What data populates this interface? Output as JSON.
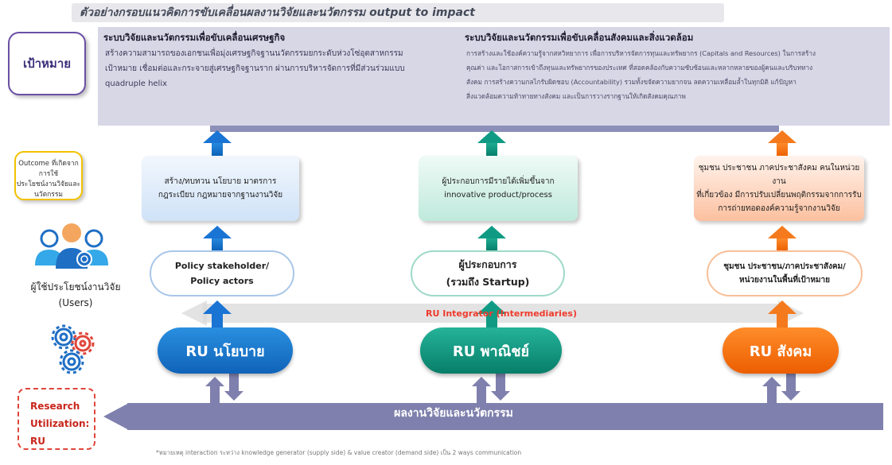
{
  "title": "ตัวอย่างกรอบแนวคิดการขับเคลื่อนผลงานวิจัยและนวัตกรรม output to impact",
  "goal": {
    "label": "เป้าหมาย",
    "economy": {
      "heading": "ระบบวิจัยและนวัตกรรมเพื่อขับเคลื่อนเศรษฐกิจ",
      "lines": [
        "สร้างความสามารถของเอกชนเพื่อมุ่งเศรษฐกิจฐานนวัตกรรมยกระดับห่วงโซ่อุตสาหกรรม",
        "เป้าหมาย เชื่อมต่อและกระจายสู่เศรษฐกิจฐานราก ผ่านการบริหารจัดการที่มีส่วนร่วมแบบ",
        "quadruple helix"
      ]
    },
    "society": {
      "heading": "ระบบวิจัยและนวัตกรรมเพื่อขับเคลื่อนสังคมและสิ่งแวดล้อม",
      "lines": [
        "การสร้างและใช้องค์ความรู้จากสหวิทยาการ เพื่อการบริหารจัดการทุนและทรัพยากร (Capitals and Resources) ในการสร้าง",
        "คุณค่า และโอกาสการเข้าถึงทุนและทรัพยากรของประเทศ ที่สอดคล้องกับความซับซ้อนและหลากหลายของผู้คนและบริบททาง",
        "สังคม การสร้างความกลไกรับผิดชอบ (Accountability) รวมทั้งขจัดความยากจน ลดความเหลื่อมล้ำในทุกมิติ แก้ปัญหา",
        "สิ่งแวดล้อมความท้าทายทางสังคม และเป็นการวางรากฐานให้เกิดสังคมคุณภาพ"
      ]
    }
  },
  "outcome_label": [
    "Outcome ที่เกิดจากการใช้",
    "ประโยชน์งานวิจัยและ",
    "นวัตกรรม"
  ],
  "users_label": "ผู้ใช้ประโยชน์งานวิจัย",
  "users_sub": "(Users)",
  "ru_label": [
    "Research",
    "Utilization: RU"
  ],
  "outcomes": {
    "policy": [
      "สร้าง/ทบทวน นโยบาย มาตรการ",
      "กฎระเบียบ กฎหมายจากฐานงานวิจัย"
    ],
    "business": [
      "ผู้ประกอบการมีรายได้เพิ่มขึ้นจาก",
      "innovative product/process"
    ],
    "social": [
      "ชุมชน ประชาชน ภาคประชาสังคม คนในหน่วยงาน",
      "ที่เกี่ยวข้อง มีการปรับเปลี่ยนพฤติกรรมจากการรับ",
      "การถ่ายทอดองค์ความรู้จากงานวิจัย"
    ]
  },
  "stakeholders": {
    "policy": [
      "Policy stakeholder/",
      "Policy actors"
    ],
    "business": [
      "ผู้ประกอบการ",
      "(รวมถึง Startup)"
    ],
    "social": [
      "ชุมชน ประชาชน/ภาคประชาสังคม/",
      "หน่วยงานในพื้นที่เป้าหมาย"
    ]
  },
  "integrator": "RU Integrator (Intermediaries)",
  "ru": {
    "policy": "RU นโยบาย",
    "business": "RU พาณิชย์",
    "social": "RU สังคม"
  },
  "output": "ผลงานวิจัยและนวัตกรรม",
  "footnote": "*หมายเหตุ interaction ระหว่าง knowledge generator (supply side) & value creator (demand side) เป็น 2 ways communication",
  "colors": {
    "policy": "#1a74d4",
    "business": "#0f9b83",
    "social": "#f47a1d",
    "goal_panel": "#d8d7e6",
    "connector": "#8c8fb8",
    "output_bar": "#7f80ad"
  }
}
